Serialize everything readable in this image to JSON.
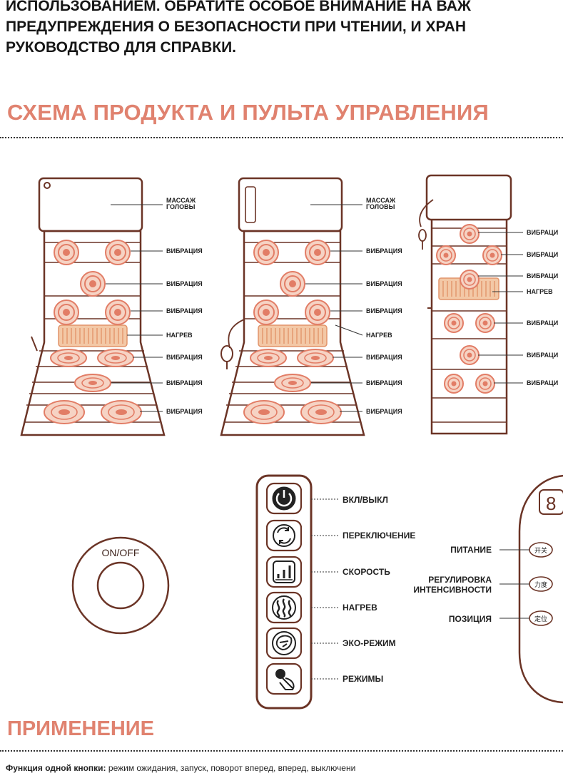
{
  "intro": {
    "line1": "ИСПОЛЬЗОВАНИЕМ. ОБРАТИТЕ ОСОБОЕ ВНИМАНИЕ НА ВАЖ",
    "line2": "ПРЕДУПРЕЖДЕНИЯ О БЕЗОПАСНОСТИ ПРИ ЧТЕНИИ, И ХРАН",
    "line3": "РУКОВОДСТВО ДЛЯ СПРАВКИ."
  },
  "section_title": "СХЕМА ПРОДУКТА И ПУЛЬТА УПРАВЛЕНИЯ",
  "mat1": {
    "labels": [
      "МАССАЖ",
      "ГОЛОВЫ",
      "ВИБРАЦИЯ",
      "ВИБРАЦИЯ",
      "ВИБРАЦИЯ",
      "НАГРЕВ",
      "ВИБРАЦИЯ",
      "ВИБРАЦИЯ",
      "ВИБРАЦИЯ"
    ]
  },
  "mat2": {
    "labels": [
      "МАССАЖ",
      "ГОЛОВЫ",
      "ВИБРАЦИЯ",
      "ВИБРАЦИЯ",
      "ВИБРАЦИЯ",
      "НАГРЕВ",
      "ВИБРАЦИЯ",
      "ВИБРАЦИЯ",
      "ВИБРАЦИЯ"
    ]
  },
  "mat3": {
    "labels": [
      "ВИБРАЦИ",
      "ВИБРАЦИ",
      "ВИБРАЦИ",
      "НАГРЕВ",
      "ВИБРАЦИ",
      "ВИБРАЦИ",
      "ВИБРАЦИ"
    ]
  },
  "onoff_label": "ON/OFF",
  "remote": {
    "buttons": [
      "ВКЛ/ВЫКЛ",
      "ПЕРЕКЛЮЧЕНИЕ",
      "СКОРОСТЬ",
      "НАГРЕВ",
      "ЭКО-РЕЖИМ",
      "РЕЖИМЫ"
    ]
  },
  "remote2": {
    "power": "ПИТАНИЕ",
    "intensity_1": "РЕГУЛИРОВКА",
    "intensity_2": "ИНТЕНСИВНОСТИ",
    "position": "ПОЗИЦИЯ",
    "btn_power": "开关",
    "btn_force": "力度",
    "btn_position": "定位",
    "display": "8"
  },
  "usage_title": "ПРИМЕНЕНИЕ",
  "bottom": {
    "bold": "Функция одной кнопки:",
    "text": " режим ожидания, запуск, поворот вперед, вперед, выключени"
  },
  "colors": {
    "accent": "#e0826f",
    "line": "#6b3426",
    "heat": "#f3c8a6"
  }
}
